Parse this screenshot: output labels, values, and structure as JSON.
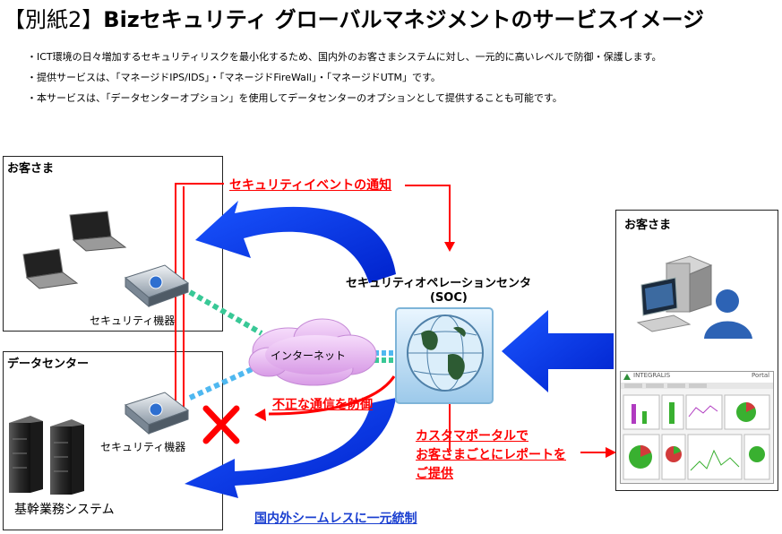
{
  "title": {
    "bracket": "【別紙2】",
    "main": "Bizセキュリティ グローバルマネジメントのサービスイメージ"
  },
  "bullets": [
    "・ICT環境の日々増加するセキュリティリスクを最小化するため、国内外のお客さまシステムに対し、一元的に高いレベルで防御・保護します。",
    "・提供サービスは、「マネージドIPS/IDS」・「マネージドFireWall」・「マネージドUTM」です。",
    "・本サービスは、「データセンターオプション」を使用してデータセンターのオプションとして提供することも可能です。"
  ],
  "boxes": {
    "customer_left": "お客さま",
    "datacenter": "データセンター",
    "customer_right": "お客さま"
  },
  "labels": {
    "security_device_top": "セキュリティ機器",
    "security_device_bottom": "セキュリティ機器",
    "core_system": "基幹業務システム",
    "internet": "インターネット",
    "soc_line1": "セキュリティオペレーションセンタ",
    "soc_line2": "(SOC)"
  },
  "red_labels": {
    "event_notice": "セキュリティイベントの通知",
    "block": "不正な通信を防御",
    "portal_line1": "カスタマポータルで",
    "portal_line2": "お客さまごとにレポートを",
    "portal_line3": "ご提供"
  },
  "blue_label": "国内外シームレスに一元統制",
  "portal": {
    "brand": "INTEGRALIS",
    "right": "Portal"
  },
  "colors": {
    "red": "#ff0000",
    "blue": "#0a32e0",
    "link_blue": "#1a3fd0"
  }
}
